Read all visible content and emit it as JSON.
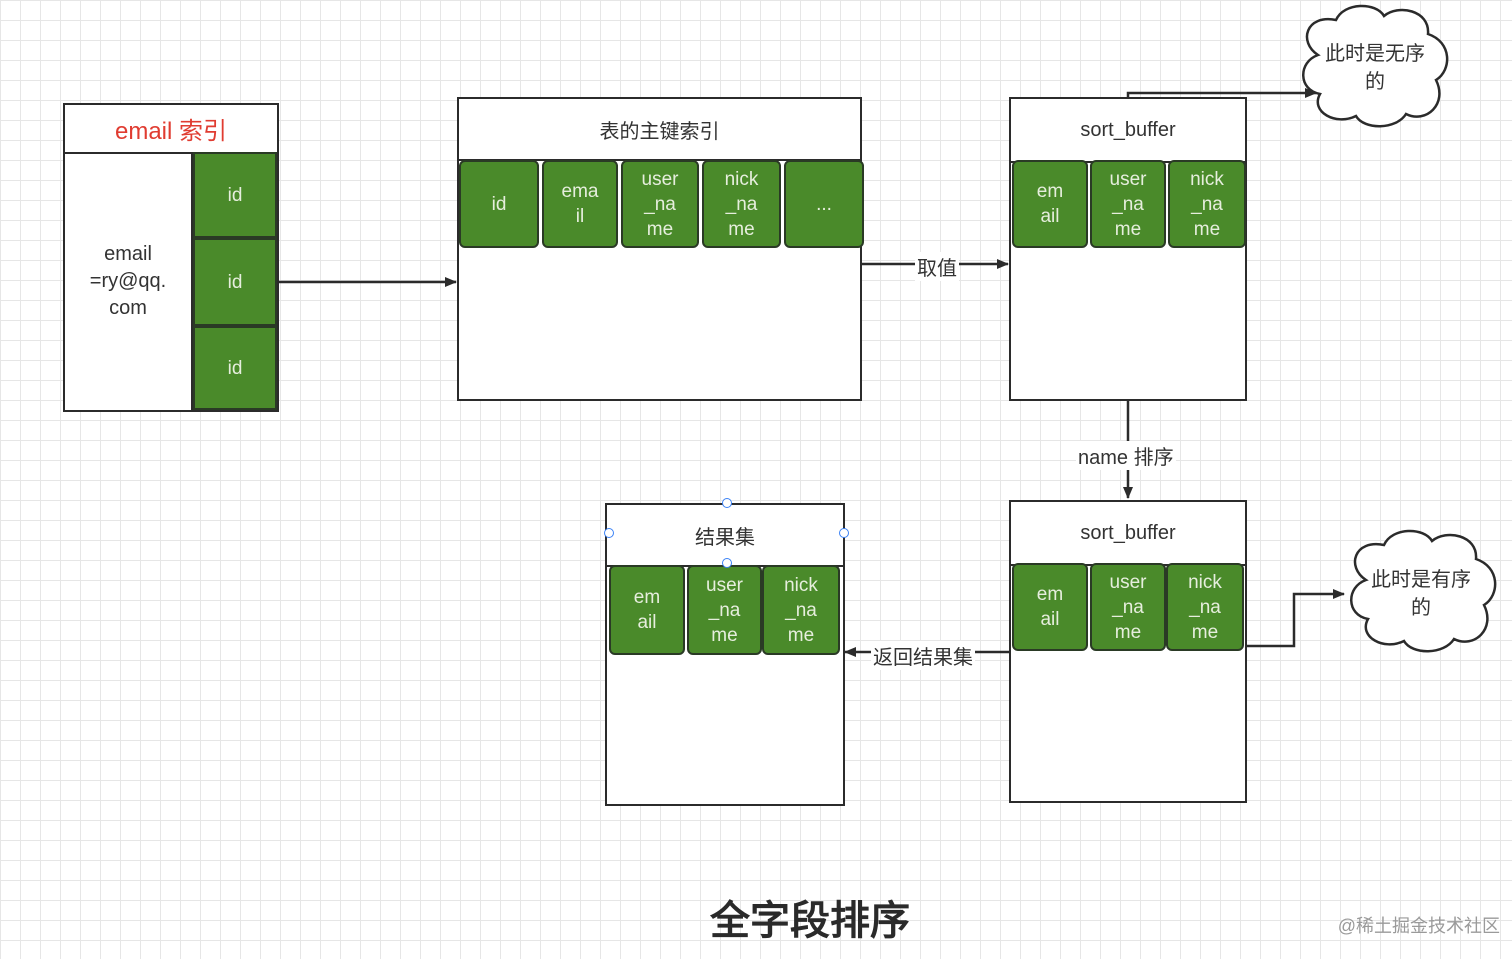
{
  "email_index": {
    "title": "email 索引",
    "key_value": "email\n=ry@qq.\ncom",
    "ids": [
      "id",
      "id",
      "id"
    ]
  },
  "primary_index": {
    "title": "表的主键索引",
    "columns": [
      "id",
      "ema\nil",
      "user\n_na\nme",
      "nick\n_na\nme",
      "..."
    ]
  },
  "sort_buffer_top": {
    "title": "sort_buffer",
    "columns": [
      "em\nail",
      "user\n_na\nme",
      "nick\n_na\nme"
    ]
  },
  "sort_buffer_bottom": {
    "title": "sort_buffer",
    "columns": [
      "em\nail",
      "user\n_na\nme",
      "nick\n_na\nme"
    ]
  },
  "result_set": {
    "title": "结果集",
    "columns": [
      "em\nail",
      "user\n_na\nme",
      "nick\n_na\nme"
    ]
  },
  "edges": {
    "fetch_value": "取值",
    "name_sort": "name 排序",
    "return_result": "返回结果集"
  },
  "clouds": {
    "unordered": "此时是无序\n的",
    "ordered": "此时是有序\n的"
  },
  "caption": "全字段排序",
  "watermark": "@稀土掘金技术社区",
  "colors": {
    "cell_fill": "#4a8a2a",
    "title_red": "#e03c31",
    "line": "#2b2b2b",
    "selection": "#3b82f6"
  }
}
